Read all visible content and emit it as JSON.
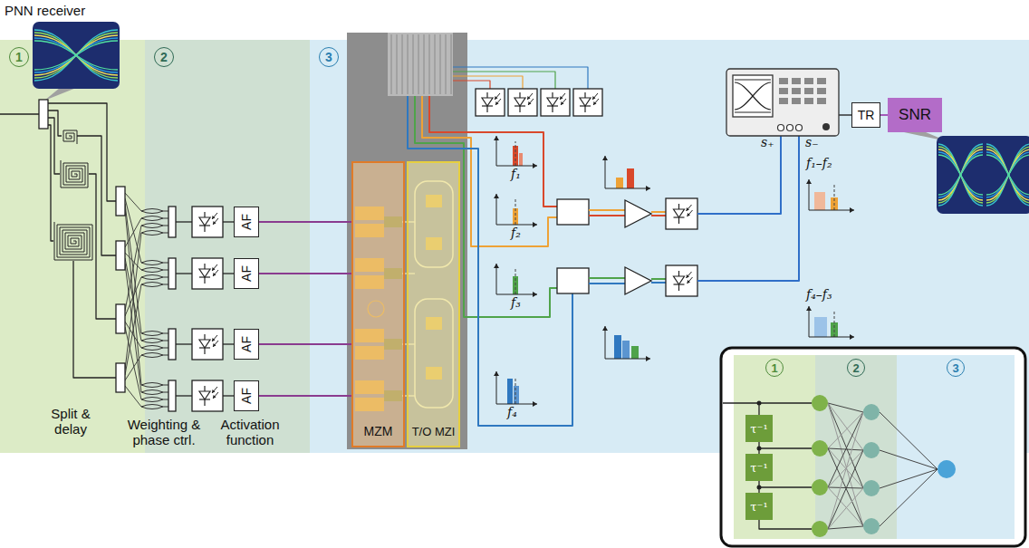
{
  "diagram": {
    "title": "PNN receiver",
    "nodes": [
      {
        "text": [
          "AF"
        ]
      },
      {
        "text": [
          "AF"
        ]
      },
      {
        "text": [
          "AF"
        ]
      },
      {
        "text": [
          "AF"
        ]
      },
      {
        "text": [
          "MZM"
        ]
      },
      {
        "text": [
          "T/O MZI"
        ]
      },
      {
        "text": [
          "TR"
        ]
      },
      {
        "text": [
          "SNR"
        ]
      },
      {
        "text": [
          "τ⁻¹"
        ]
      },
      {
        "text": [
          "τ⁻¹"
        ]
      },
      {
        "text": [
          "τ⁻¹"
        ]
      }
    ],
    "edges": [
      {
        "from": 0,
        "to": 4,
        "arrow": "none"
      },
      {
        "from": 1,
        "to": 4,
        "arrow": "none"
      },
      {
        "from": 2,
        "to": 4,
        "arrow": "none"
      },
      {
        "from": 3,
        "to": 4,
        "arrow": "none"
      },
      {
        "from": 6,
        "to": 7,
        "arrow": "none"
      },
      {
        "from": 8,
        "to": 9,
        "arrow": "none"
      },
      {
        "from": 9,
        "to": 10,
        "arrow": "none"
      }
    ],
    "labels": [
      "1",
      "2",
      "3",
      "Split & delay",
      "Weighting & phase ctrl.",
      "Activation function",
      "f₁",
      "f₂",
      "f₃",
      "f₄",
      "f₁–f₂",
      "f₄–f₃",
      "s₊",
      "s₋",
      "1",
      "2",
      "3"
    ]
  }
}
